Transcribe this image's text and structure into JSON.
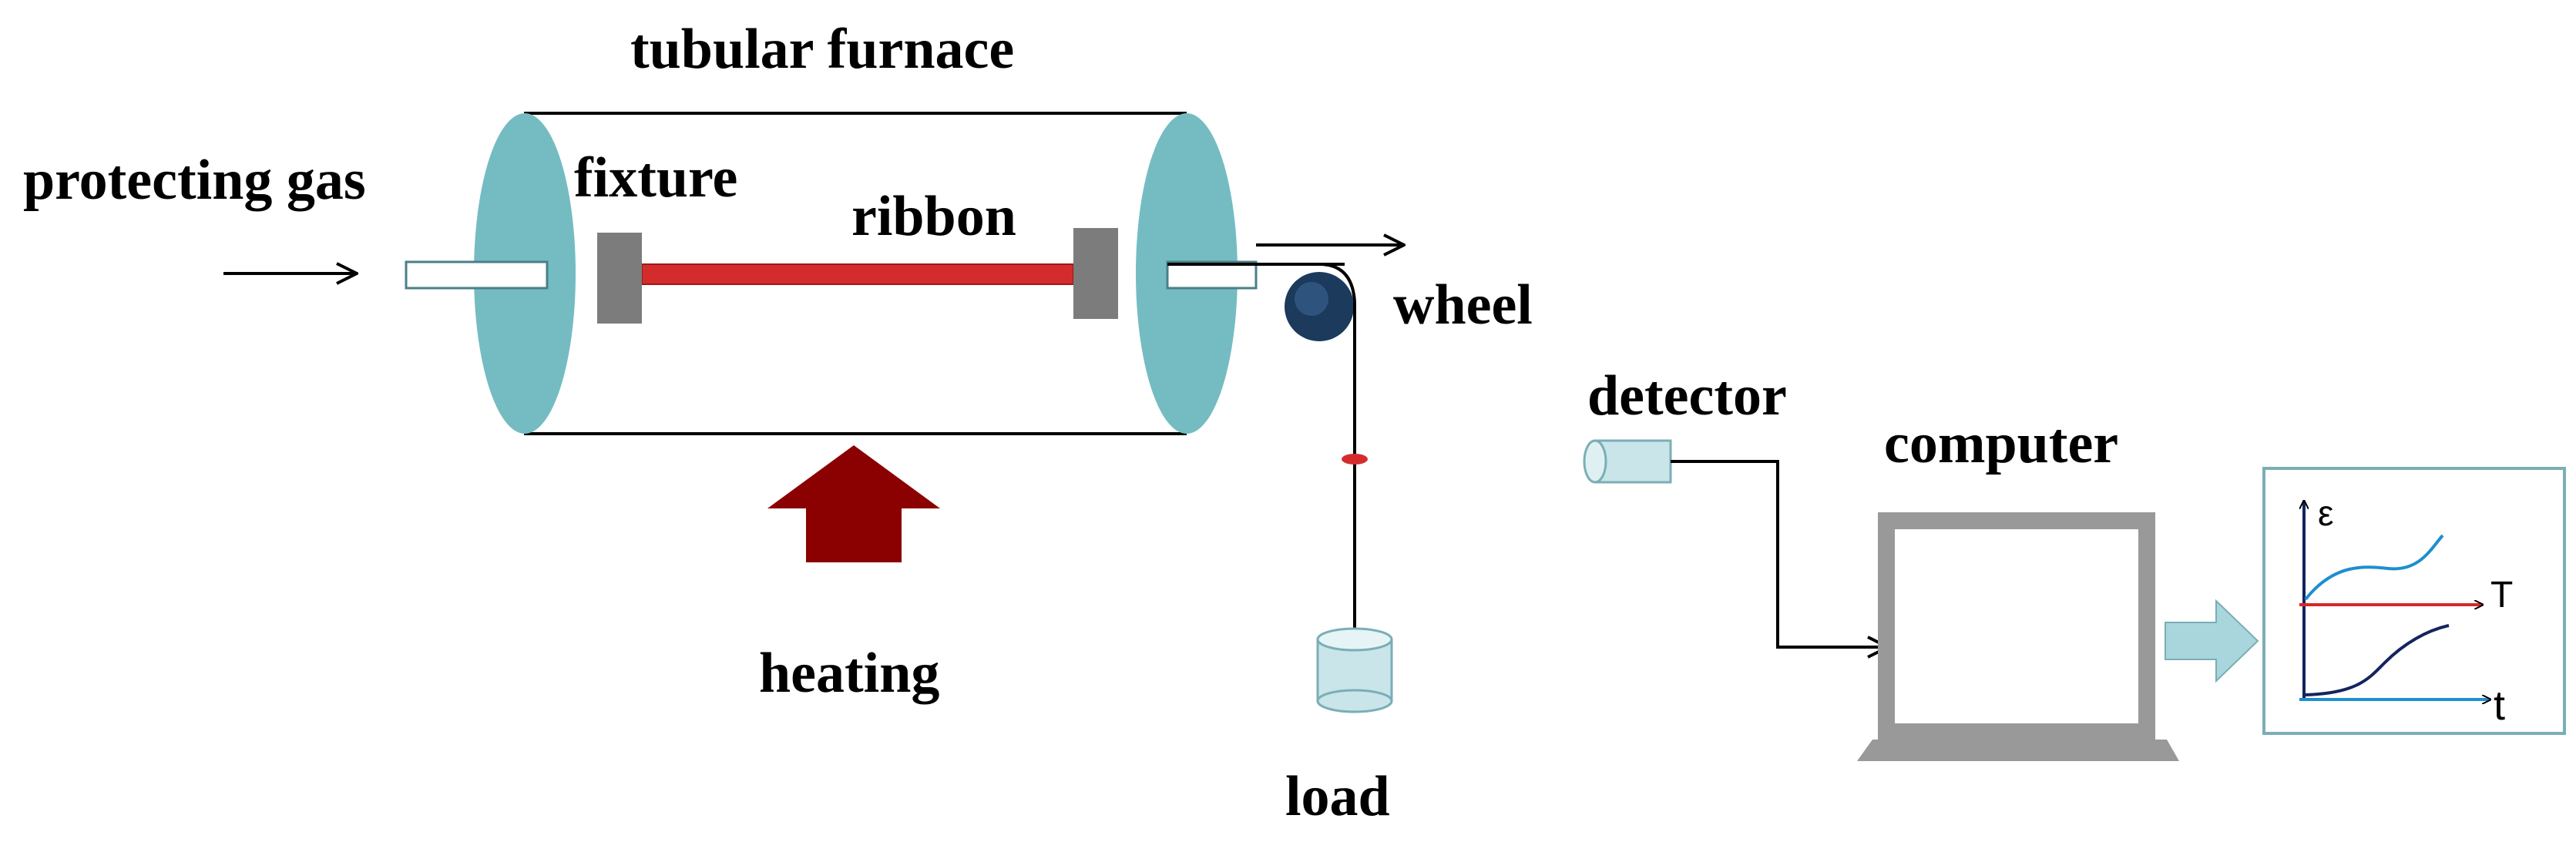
{
  "labels": {
    "tubular_furnace": "tubular furnace",
    "protecting_gas": "protecting gas",
    "fixture": "fixture",
    "ribbon": "ribbon",
    "wheel": "wheel",
    "detector": "detector",
    "computer": "computer",
    "heating": "heating",
    "load": "load"
  },
  "plot_icon": {
    "epsilon_symbol": "ε",
    "temperature_symbol": "T",
    "time_symbol": "t"
  },
  "colors": {
    "end_cap": "#74bcc2",
    "ribbon": "#d42c2c",
    "fixture": "#7c7c7c",
    "heating_arrow": "#8b0000",
    "wheel": "#1b3a5c",
    "detector": "#c9e5ea",
    "load": "#c9e5ea",
    "monitor": "#999999",
    "plot_blue": "#1f8ed0",
    "plot_red": "#d62828",
    "plot_navy": "#14245f"
  }
}
